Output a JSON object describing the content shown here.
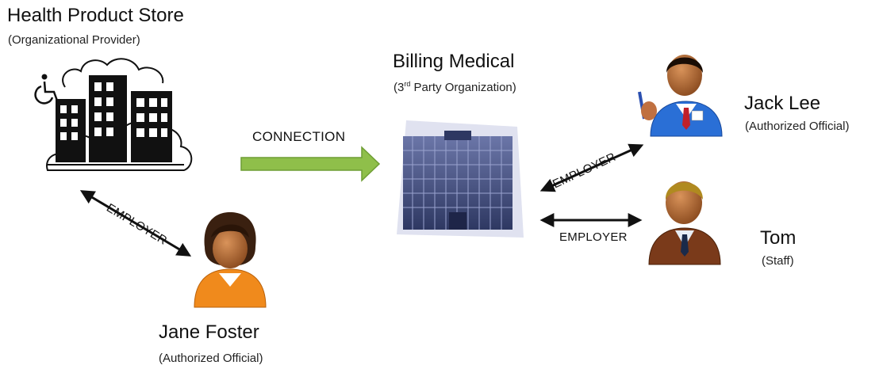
{
  "store": {
    "name": "Health Product Store",
    "role": "(Organizational Provider)"
  },
  "billing": {
    "name": "Billing Medical",
    "role_sup": "3",
    "role_sup_text": "rd",
    "role_rest": " Party Organization)",
    "role_open": "("
  },
  "connection": {
    "label": "CONNECTION"
  },
  "relations": {
    "store_jane": "EMPLOYER",
    "billing_jack": "EMPLOYER",
    "billing_tom": "EMPLOYER"
  },
  "people": {
    "jane": {
      "name": "Jane Foster",
      "role": "(Authorized Official)"
    },
    "jack": {
      "name": "Jack Lee",
      "role": "(Authorized Official)"
    },
    "tom": {
      "name": "Tom",
      "role": "(Staff)"
    }
  },
  "colors": {
    "arrow_green": "#8fbf4a",
    "building_blue": "#3a4a78",
    "jane_orange": "#f08a1c",
    "jack_blue": "#2a6fd6",
    "tom_brown": "#7a3a1a"
  }
}
